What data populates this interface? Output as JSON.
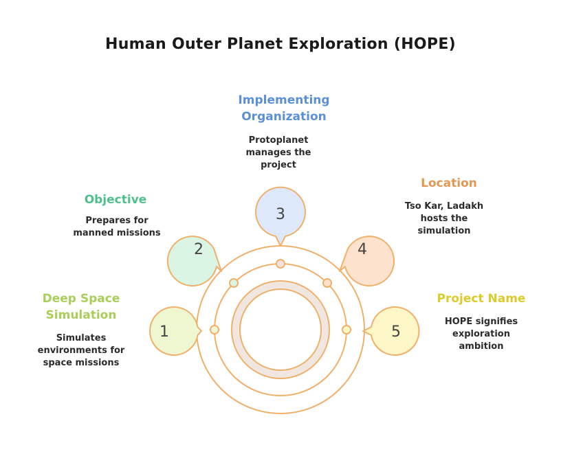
{
  "title": "Human Outer Planet Exploration (HOPE)",
  "steps": [
    {
      "number": "1",
      "heading": "Deep Space Simulation",
      "description": "Simulates environments for space missions",
      "color": "#a9cf5a",
      "fill": "#eef7cf"
    },
    {
      "number": "2",
      "heading": "Objective",
      "description": "Prepares for manned missions",
      "color": "#4fc08d",
      "fill": "#daf5e4"
    },
    {
      "number": "3",
      "heading": "Implementing Organization",
      "description": "Protoplanet manages the project",
      "color": "#5b8fd6",
      "fill": "#dde8fa"
    },
    {
      "number": "4",
      "heading": "Location",
      "description": "Tso Kar, Ladakh hosts the simulation",
      "color": "#e39755",
      "fill": "#fde3cd"
    },
    {
      "number": "5",
      "heading": "Project Name",
      "description": "HOPE signifies exploration ambition",
      "color": "#dccb2a",
      "fill": "#fdf6c6"
    }
  ],
  "ring_color": "#f0b06a"
}
